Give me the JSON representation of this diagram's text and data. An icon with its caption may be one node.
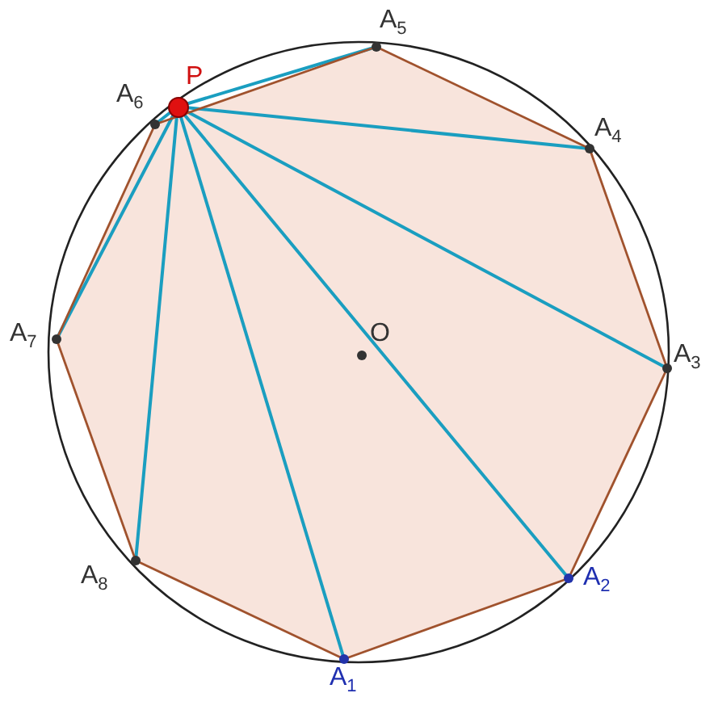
{
  "diagram": {
    "nodes": [
      {
        "text": [
          "A$_{1}$"
        ]
      },
      {
        "text": [
          "A$_{2}$"
        ]
      },
      {
        "text": [
          "A$_{3}$"
        ]
      },
      {
        "text": [
          "A$_{4}$"
        ]
      },
      {
        "text": [
          "A$_{5}$"
        ]
      },
      {
        "text": [
          "A$_{6}$"
        ]
      },
      {
        "text": [
          "A$_{7}$"
        ]
      },
      {
        "text": [
          "A$_{8}$"
        ]
      },
      {
        "text": [
          "P"
        ]
      },
      {
        "text": [
          "O"
        ]
      }
    ],
    "edges": [
      {
        "from": 8,
        "to": 0,
        "arrow": "none"
      },
      {
        "from": 8,
        "to": 1,
        "arrow": "none"
      },
      {
        "from": 8,
        "to": 2,
        "arrow": "none"
      },
      {
        "from": 8,
        "to": 3,
        "arrow": "none"
      },
      {
        "from": 8,
        "to": 4,
        "arrow": "none"
      },
      {
        "from": 8,
        "to": 5,
        "arrow": "none"
      },
      {
        "from": 8,
        "to": 6,
        "arrow": "none"
      },
      {
        "from": 8,
        "to": 7,
        "arrow": "none"
      },
      {
        "from": 0,
        "to": 1,
        "arrow": "none",
        "color": "#a0522d"
      },
      {
        "from": 1,
        "to": 2,
        "arrow": "none",
        "color": "#a0522d"
      },
      {
        "from": 2,
        "to": 3,
        "arrow": "none",
        "color": "#a0522d"
      },
      {
        "from": 3,
        "to": 4,
        "arrow": "none",
        "color": "#a0522d"
      },
      {
        "from": 4,
        "to": 5,
        "arrow": "none",
        "color": "#a0522d"
      },
      {
        "from": 5,
        "to": 6,
        "arrow": "none",
        "color": "#a0522d"
      },
      {
        "from": 6,
        "to": 7,
        "arrow": "none",
        "color": "#a0522d"
      },
      {
        "from": 7,
        "to": 0,
        "arrow": "none",
        "color": "#a0522d"
      }
    ]
  }
}
